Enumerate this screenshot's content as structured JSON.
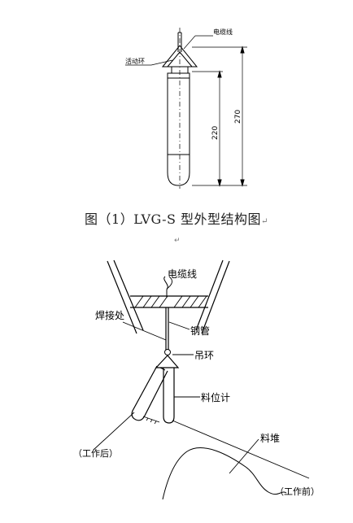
{
  "figure1": {
    "labels": {
      "cable": "电缆线",
      "ring": "活动环"
    },
    "dimensions": {
      "inner": "220",
      "outer": "270"
    },
    "caption": "图（1）LVG-S 型外型结构图",
    "caption_mark": "↵"
  },
  "blank_line_mark": "↵",
  "figure2": {
    "labels": {
      "cable": "电缆线",
      "weld": "焊接处",
      "steel_pipe": "钢管",
      "hanging_ring": "吊环",
      "level_gauge": "料位计",
      "pile": "料堆",
      "after": "（工作后）",
      "before": "（工作前）"
    }
  }
}
